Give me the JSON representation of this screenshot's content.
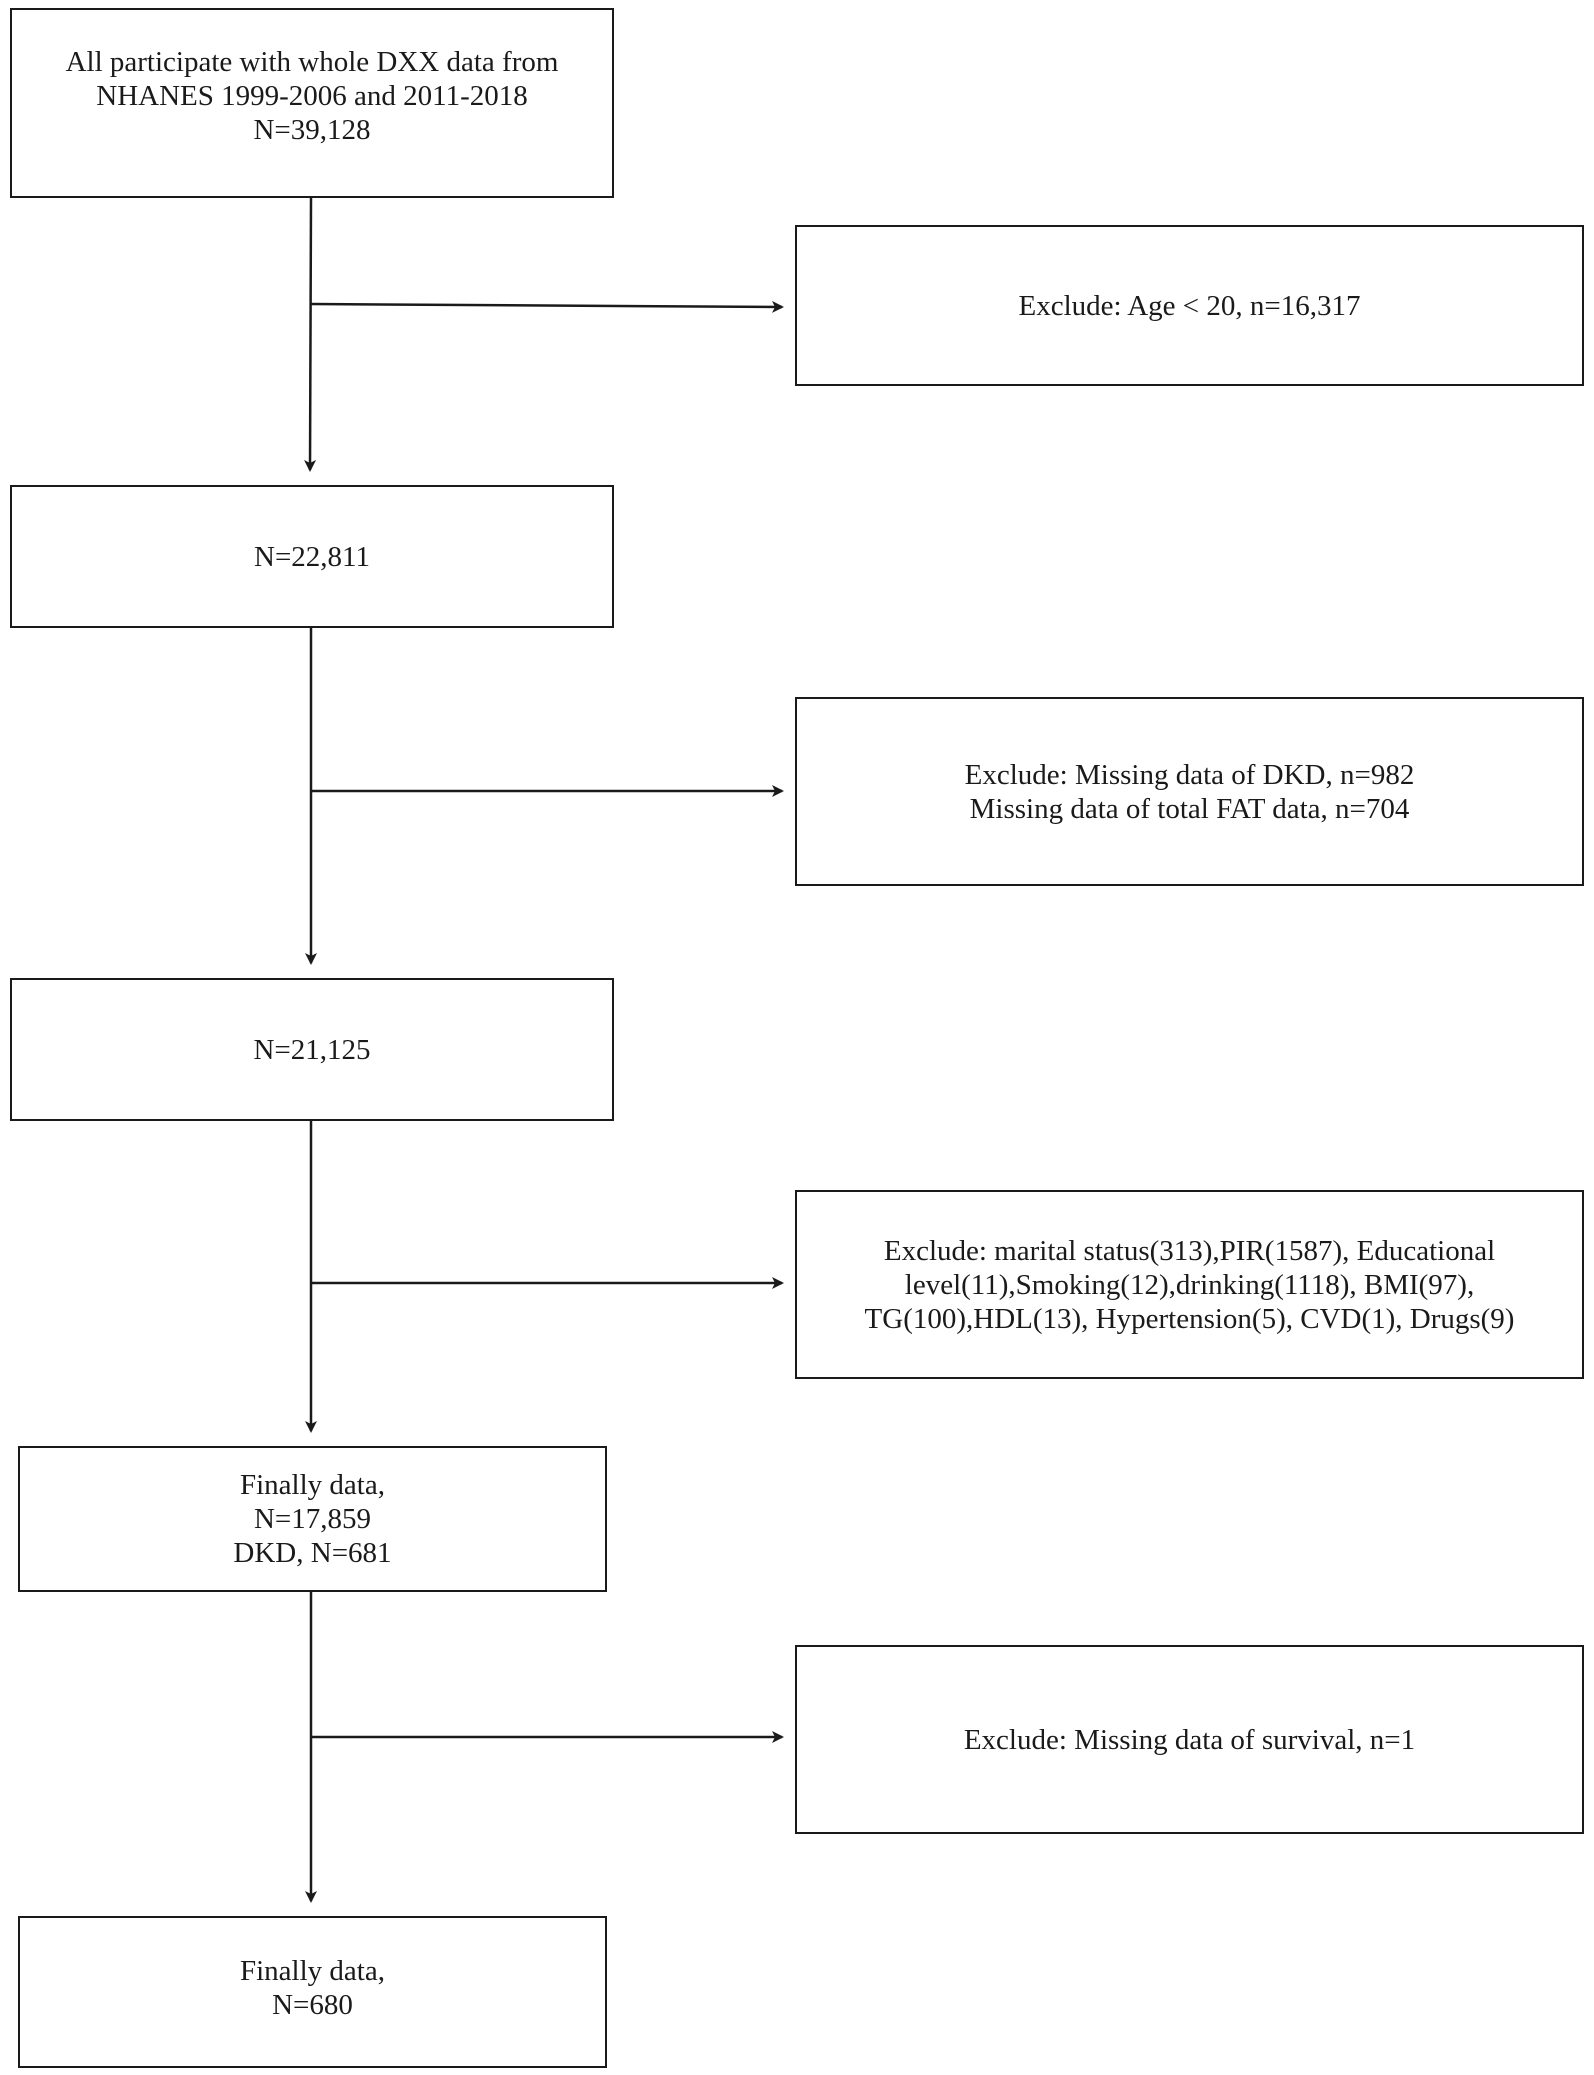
{
  "flowchart": {
    "start": {
      "lines": [
        "All participate with whole DXX data from",
        "NHANES 1999-2006 and 2011-2018",
        "N=39,128"
      ]
    },
    "exclusion_1": {
      "lines": [
        "Exclude: Age < 20, n=16,317"
      ]
    },
    "step_2": {
      "lines": [
        "N=22,811"
      ]
    },
    "exclusion_2": {
      "lines": [
        "Exclude: Missing data of DKD, n=982",
        "Missing data of total FAT data, n=704"
      ]
    },
    "step_3": {
      "lines": [
        "N=21,125"
      ]
    },
    "exclusion_3": {
      "lines": [
        "Exclude: marital status(313),PIR(1587), Educational",
        "level(11),Smoking(12),drinking(1118), BMI(97),",
        "TG(100),HDL(13), Hypertension(5), CVD(1), Drugs(9)"
      ]
    },
    "step_4": {
      "lines": [
        "Finally data,",
        "N=17,859",
        "DKD, N=681"
      ]
    },
    "exclusion_4": {
      "lines": [
        "Exclude: Missing data of survival, n=1"
      ]
    },
    "final": {
      "lines": [
        "Finally data,",
        "N=680"
      ]
    }
  }
}
